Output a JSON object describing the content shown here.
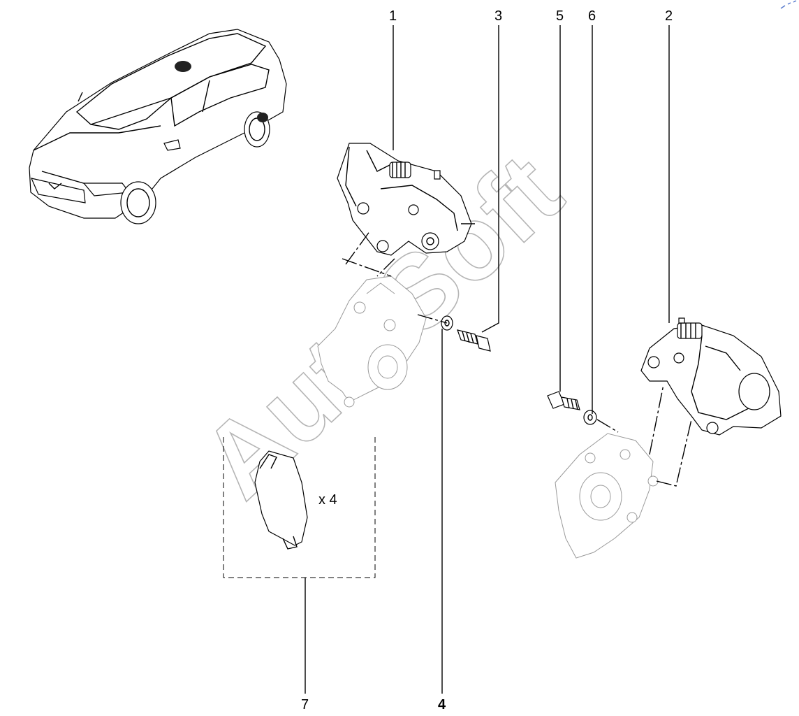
{
  "callouts": {
    "c1": "1",
    "c2": "2",
    "c3": "3",
    "c4": "4",
    "c5": "5",
    "c6": "6",
    "c7": "7"
  },
  "quantity_label": "x 4",
  "watermark": "AutoSoft",
  "icons": {
    "vehicle": "sedan-car-icon",
    "caliper": "brake-caliper-icon",
    "pad": "brake-pad-icon",
    "bolt": "bolt-icon",
    "washer": "washer-icon",
    "knuckle": "steering-knuckle-icon"
  }
}
